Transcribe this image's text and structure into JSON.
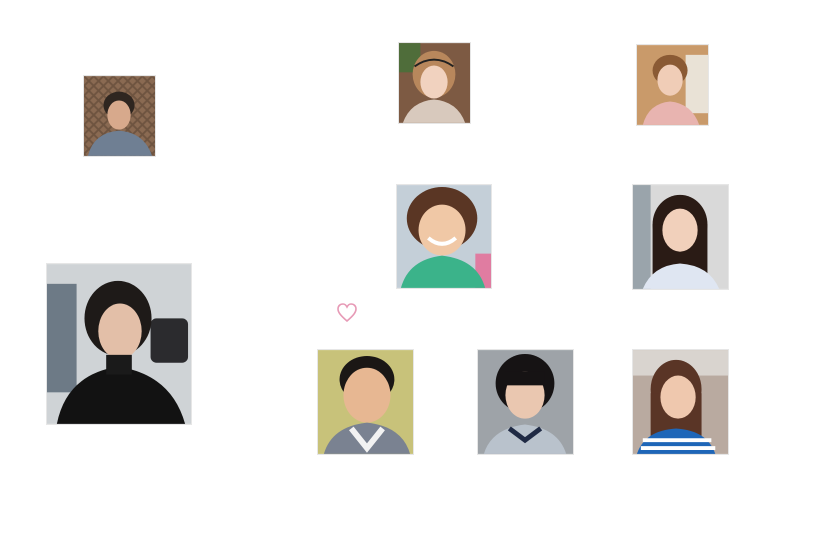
{
  "photos": [
    {
      "id": "elder-woman",
      "description_icon": "portrait-photo"
    },
    {
      "id": "woman-black-sweater",
      "description_icon": "portrait-photo"
    },
    {
      "id": "young-woman-headband",
      "description_icon": "portrait-photo"
    },
    {
      "id": "woman-short-bangs",
      "description_icon": "portrait-photo"
    },
    {
      "id": "smiling-girl-bob",
      "description_icon": "portrait-photo"
    },
    {
      "id": "girl-long-hair",
      "description_icon": "portrait-photo"
    },
    {
      "id": "boy-plaid-shirt",
      "description_icon": "portrait-photo"
    },
    {
      "id": "girl-bangs-collar",
      "description_icon": "portrait-photo"
    },
    {
      "id": "girl-striped-shirt",
      "description_icon": "portrait-photo"
    }
  ],
  "decoration": {
    "heart_color": "#e79ab6"
  }
}
